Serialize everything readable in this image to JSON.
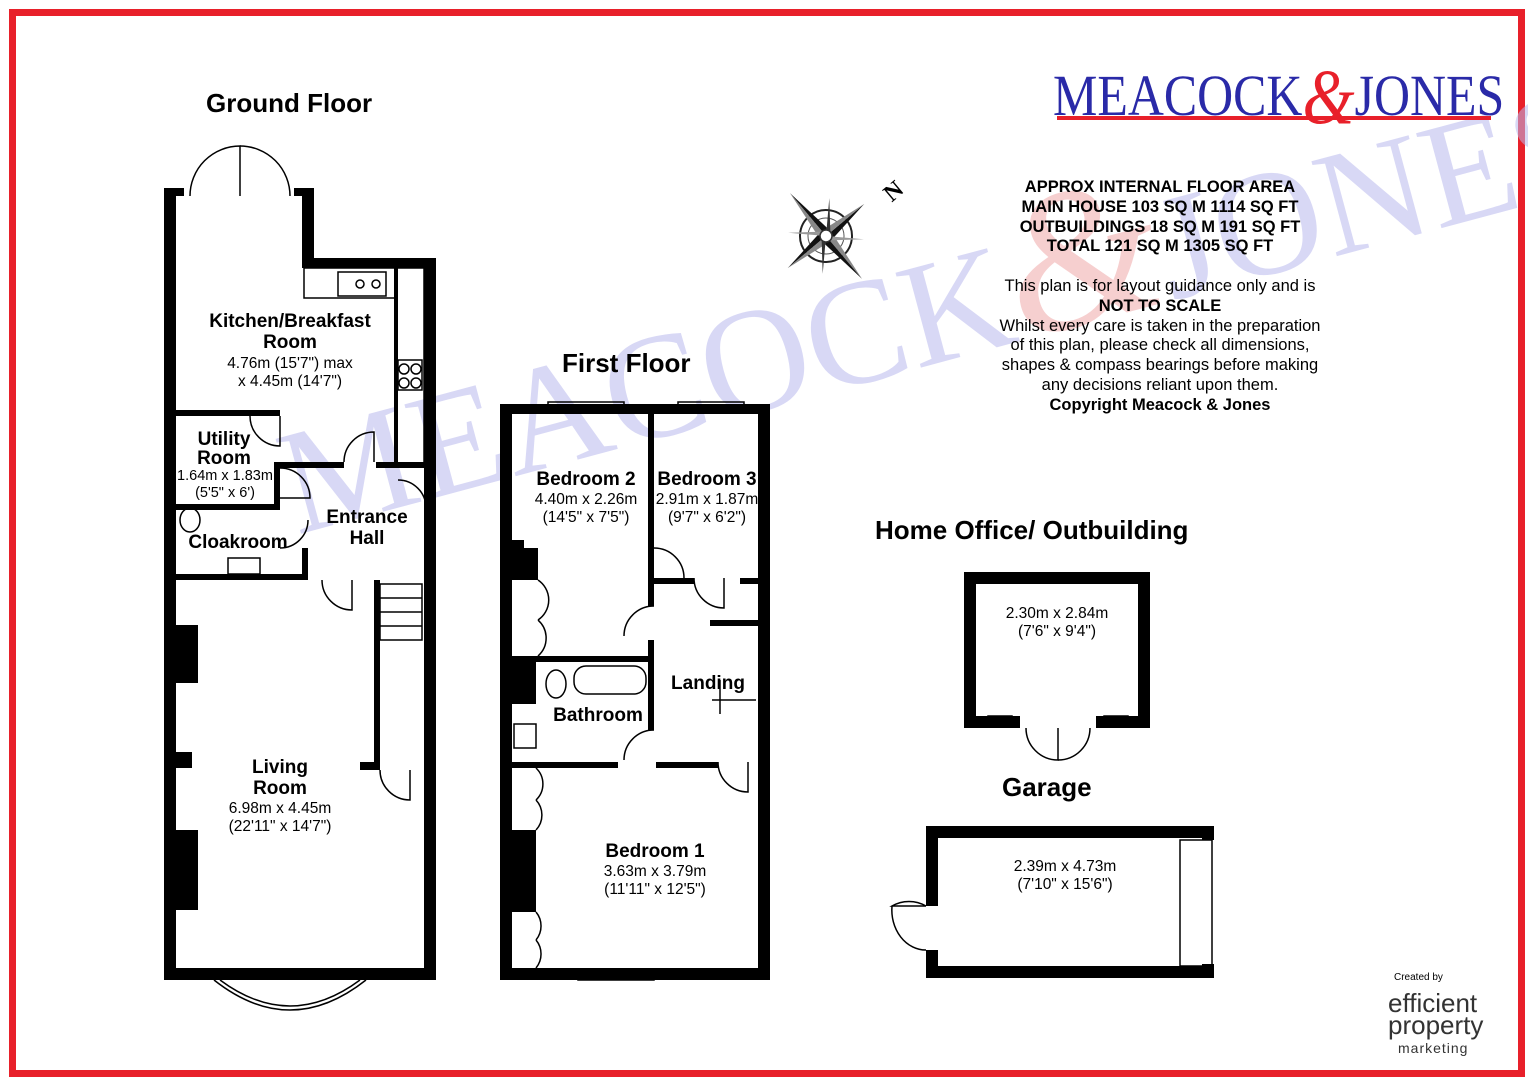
{
  "brand": {
    "name_left": "MEACOCK",
    "amp": "&",
    "name_right": "JONES",
    "color_blue": "#2a2aa8",
    "color_red": "#e8202a"
  },
  "headings": {
    "ground": "Ground Floor",
    "first": "First Floor",
    "office": "Home Office/ Outbuilding",
    "garage": "Garage"
  },
  "area_info": {
    "line1": "APPROX INTERNAL FLOOR AREA",
    "line2": "MAIN HOUSE 103 SQ M 1114 SQ FT",
    "line3": "OUTBUILDINGS 18 SQ M 191 SQ FT",
    "line4": "TOTAL 121 SQ M 1305 SQ FT"
  },
  "disclaimer": {
    "line1": "This plan is for layout guidance only and is",
    "line2": "NOT TO SCALE",
    "line3": "Whilst every care is taken in the preparation",
    "line4": "of this plan, please check all dimensions,",
    "line5": "shapes & compass bearings before making",
    "line6": "any decisions reliant upon them.",
    "line7": "Copyright Meacock & Jones"
  },
  "compass": {
    "north_letter": "N"
  },
  "rooms": {
    "kitchen": {
      "name1": "Kitchen/Breakfast",
      "name2": "Room",
      "dim1": "4.76m (15'7\") max",
      "dim2": "x 4.45m (14'7\")"
    },
    "utility": {
      "name1": "Utility",
      "name2": "Room",
      "dim1": "1.64m x 1.83m",
      "dim2": "(5'5\" x 6')"
    },
    "cloakroom": {
      "name": "Cloakroom"
    },
    "entrance": {
      "name1": "Entrance",
      "name2": "Hall"
    },
    "living": {
      "name1": "Living",
      "name2": "Room",
      "dim1": "6.98m x 4.45m",
      "dim2": "(22'11\" x 14'7\")"
    },
    "bedroom2": {
      "name": "Bedroom 2",
      "dim1": "4.40m x 2.26m",
      "dim2": "(14'5\" x 7'5\")"
    },
    "bedroom3": {
      "name": "Bedroom 3",
      "dim1": "2.91m x 1.87m",
      "dim2": "(9'7\" x 6'2\")"
    },
    "landing": {
      "name": "Landing"
    },
    "bathroom": {
      "name": "Bathroom"
    },
    "bedroom1": {
      "name": "Bedroom 1",
      "dim1": "3.63m x 3.79m",
      "dim2": "(11'11\" x 12'5\")"
    },
    "office": {
      "dim1": "2.30m x 2.84m",
      "dim2": "(7'6\" x 9'4\")"
    },
    "garage": {
      "dim1": "2.39m x 4.73m",
      "dim2": "(7'10\" x 15'6\")"
    }
  },
  "watermark": {
    "left": "MEACOCK",
    "amp": "&",
    "right": "JONES"
  },
  "credit": {
    "created_by": "Created by",
    "line1": "efficient",
    "line2": "property",
    "line3": "marketing"
  }
}
